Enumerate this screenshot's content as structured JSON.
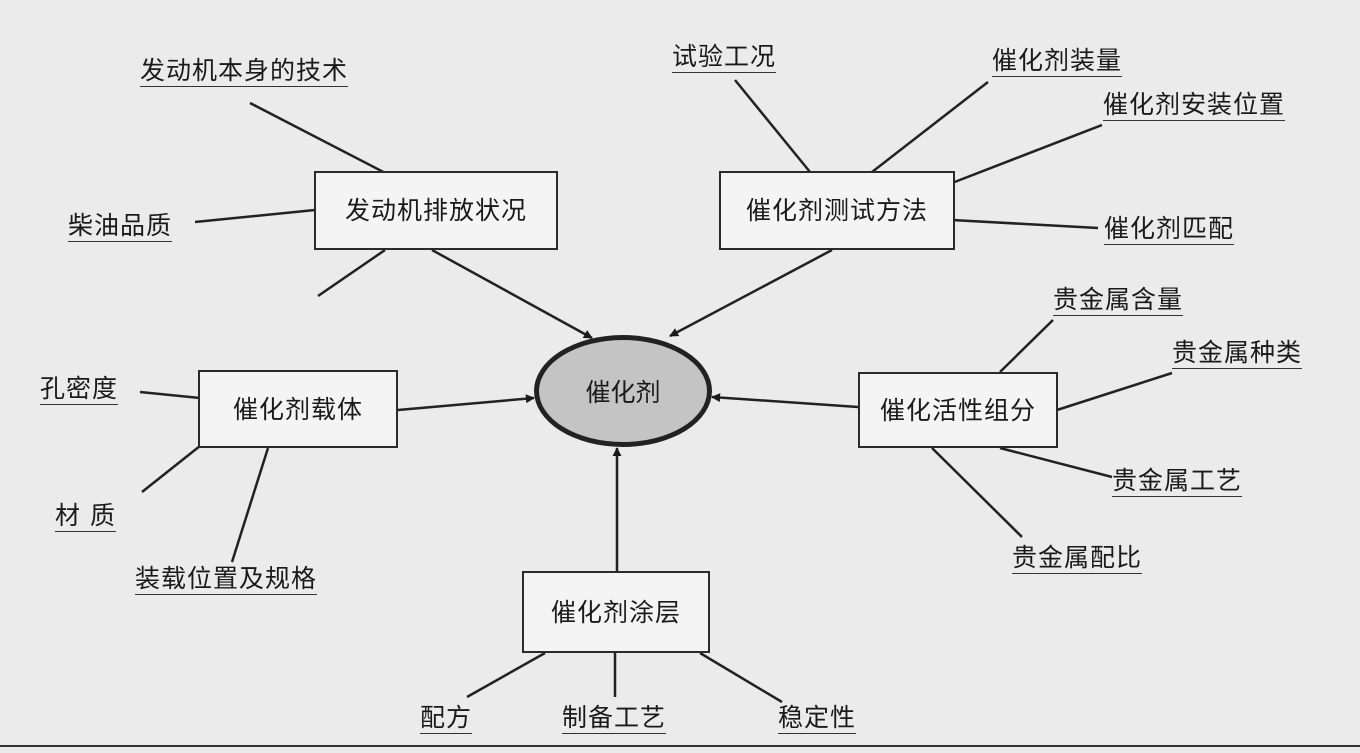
{
  "center": "催化剂",
  "boxes": {
    "engine": "发动机排放状况",
    "test": "催化剂测试方法",
    "carrier": "催化剂载体",
    "active": "催化活性组分",
    "coating": "催化剂涂层"
  },
  "labels": {
    "engine_tech": "发动机本身的技术",
    "diesel": "柴油品质",
    "test_cond": "试验工况",
    "loading": "催化剂装量",
    "install_pos": "催化剂安装位置",
    "matching": "催化剂匹配",
    "pm_content": "贵金属含量",
    "pm_type": "贵金属种类",
    "pm_process": "贵金属工艺",
    "pm_ratio": "贵金属配比",
    "porosity": "孔密度",
    "material": "材 质",
    "load_pos": "装载位置及规格",
    "formula": "配方",
    "prep": "制备工艺",
    "stability": "稳定性"
  }
}
